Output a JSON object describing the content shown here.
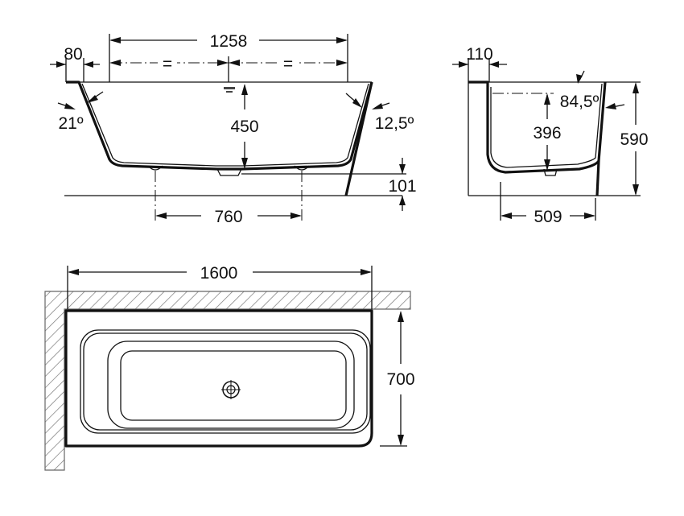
{
  "drawing": {
    "front_view": {
      "overall_length": "1258",
      "rim_width": "80",
      "equal_sign_left": "=",
      "equal_sign_right": "=",
      "left_angle": "21º",
      "right_angle": "12,5º",
      "depth": "450",
      "base_height": "101",
      "foot_spacing": "760"
    },
    "side_view": {
      "rim_width": "110",
      "back_angle": "84,5º",
      "inner_depth": "396",
      "overall_height": "590",
      "base_width": "509"
    },
    "plan_view": {
      "overall_length": "1600",
      "overall_width": "700"
    }
  }
}
